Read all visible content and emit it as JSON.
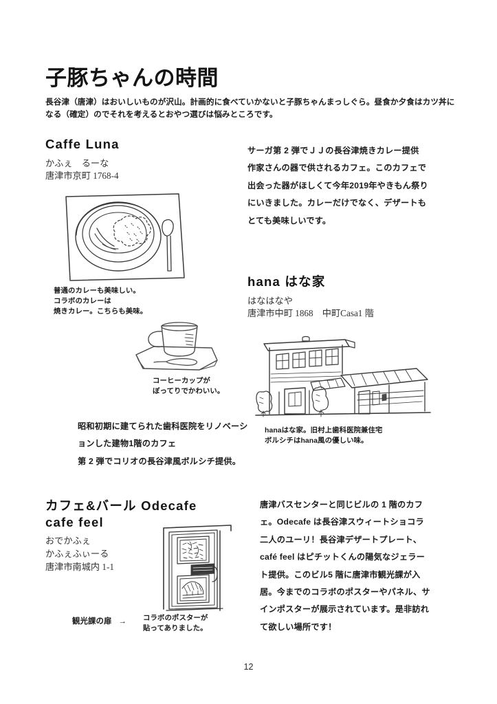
{
  "page": {
    "title": "子豚ちゃんの時間",
    "intro": "長谷津（唐津）はおいしいものが沢山。計画的に食べていかないと子豚ちゃんまっしぐら。昼食か夕食はカツ丼になる（確定）のでそれを考えるとおやつ選びは悩みところです。",
    "page_number": "12"
  },
  "sections": [
    {
      "name": "Caffe Luna",
      "reading": "かふぇ　るーな",
      "address": "唐津市京町 1768-4",
      "body": "サーガ第 2 弾でＪＪの長谷津焼きカレー提供\n作家さんの器で供されるカフェ。このカフェで出会った器がほしくて今年2019年やきもん祭りにいきました。カレーだけでなく、デザートもとても美味しいです。",
      "illustration": "curry-plate-illustration",
      "caption": "普通のカレーも美味しい。\nコラボのカレーは\n焼きカレー。こちらも美味。"
    },
    {
      "name": "hana はな家",
      "reading": "はなはなや",
      "address": "唐津市中町 1868　中町Casa1 階",
      "body": "昭和初期に建てられた歯科医院をリノベーションした建物1階のカフェ\n第 2 弾でコリオの長谷津風ボルシチ提供。",
      "illustration": "hana-building-illustration",
      "caption": "hanaはな家。旧村上歯科医院兼住宅\nボルシチはhana風の優しい味。",
      "extra_illustration": "coffee-cup-illustration",
      "extra_caption": "コーヒーカップが\nぼってりでかわいい。"
    },
    {
      "name": "カフェ&バール Odecafe\ncafe feel",
      "reading": "おでかふぇ\nかふぇふぃーる",
      "address": "唐津市南城内 1-1",
      "body": "唐津バスセンターと同じビルの 1 階のカフェ。Odecafe は長谷津スウィートショコラ二人のユーリ！長谷津デザートプレート、café feel はピチットくんの陽気なジェラート提供。このビル5 階に唐津市観光課が入居。今までのコラボのポスターやパネル、サインポスターが展示されています。是非訪れて欲しい場所です！",
      "illustration": "tourism-office-door-illustration",
      "caption_door": "観光課の扉",
      "arrow": "→",
      "caption_poster": "コラボのポスターが\n貼ってありました。"
    }
  ],
  "colors": {
    "ink": "#1a1a1a",
    "paper": "#ffffff",
    "sketch": "#3c3c3c"
  }
}
